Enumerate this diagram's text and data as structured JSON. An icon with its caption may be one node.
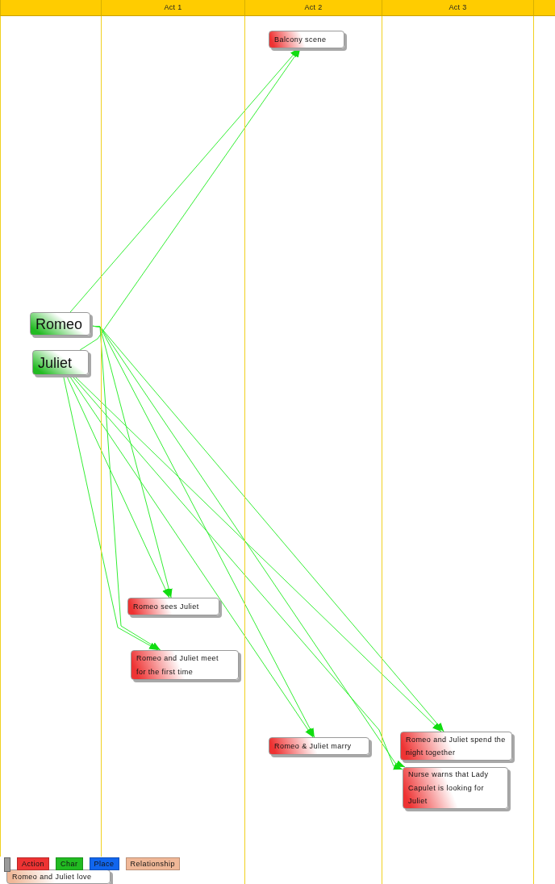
{
  "diagram": {
    "nodes": [
      {
        "text": [],
        "shape": "band"
      },
      {
        "text": [
          "Act 1"
        ]
      },
      {
        "text": [
          "Act 2"
        ]
      },
      {
        "text": [
          "Act 3"
        ]
      },
      {
        "text": [],
        "shape": "band"
      },
      {
        "text": [
          "Balcony scene"
        ],
        "in": 2
      },
      {
        "text": [
          "Romeo"
        ],
        "in": 0
      },
      {
        "text": [
          "Juliet"
        ],
        "in": 0
      },
      {
        "text": [
          "Romeo sees Juliet"
        ],
        "in": 1
      },
      {
        "text": [
          "Romeo and Juliet meet for the first time"
        ],
        "in": 1
      },
      {
        "text": [
          "Romeo & Juliet marry"
        ],
        "in": 2
      },
      {
        "text": [
          "Romeo and Juliet spend the night together"
        ],
        "in": 3
      },
      {
        "text": [
          "Nurse warns that Lady Capulet is looking for Juliet"
        ],
        "in": 3
      },
      {
        "text": [
          "Romeo and Juliet love"
        ]
      }
    ],
    "edges": [
      {
        "from": 6,
        "to": 5,
        "arrow": "to"
      },
      {
        "from": 7,
        "to": 5,
        "arrow": "to"
      },
      {
        "from": 6,
        "to": 8,
        "arrow": "to"
      },
      {
        "from": 7,
        "to": 8,
        "arrow": "to"
      },
      {
        "from": 6,
        "to": 9,
        "arrow": "to"
      },
      {
        "from": 7,
        "to": 9,
        "arrow": "to"
      },
      {
        "from": 6,
        "to": 10,
        "arrow": "to"
      },
      {
        "from": 7,
        "to": 10,
        "arrow": "to"
      },
      {
        "from": 6,
        "to": 11,
        "arrow": "to"
      },
      {
        "from": 7,
        "to": 11,
        "arrow": "to"
      },
      {
        "from": 6,
        "to": 12,
        "arrow": "to"
      },
      {
        "from": 7,
        "to": 12,
        "arrow": "to"
      }
    ],
    "legend": [
      {
        "text": "Action",
        "color": "#ee3333"
      },
      {
        "text": "Char",
        "color": "#22bb22"
      },
      {
        "text": "Place",
        "color": "#1166ee"
      },
      {
        "text": "Relationship",
        "color": "#f0b898"
      }
    ]
  }
}
